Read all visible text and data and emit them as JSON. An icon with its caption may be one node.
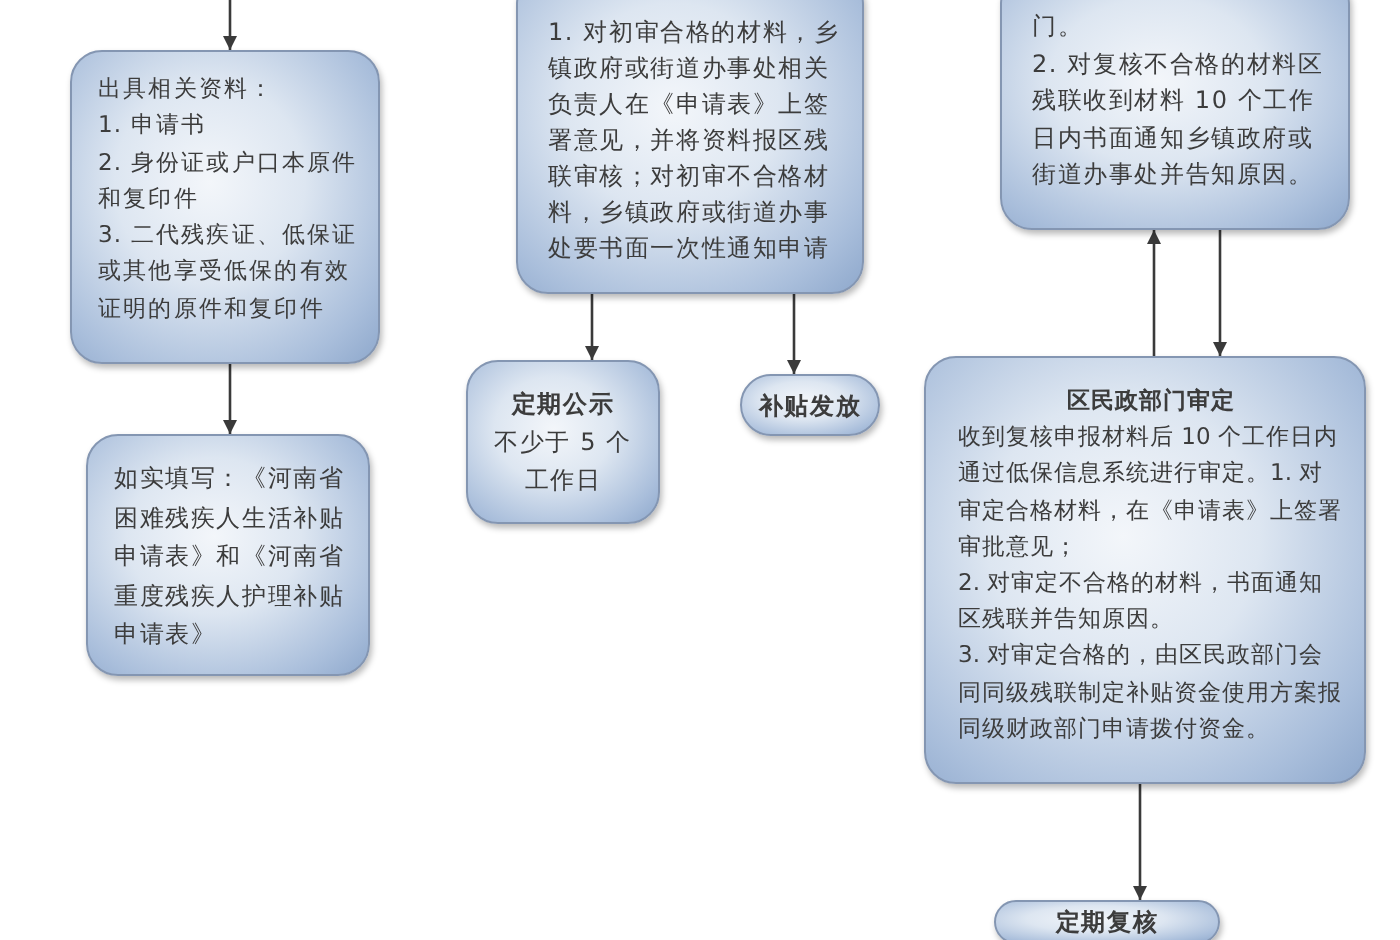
{
  "diagram": {
    "nodes": [
      {
        "text": [
          "出具相关资料：",
          "1. 申请书",
          "2. 身份证或户口本原件和复印件",
          "3. 二代残疾证、低保证或其他享受低保的有效证明的原件和复印件"
        ]
      },
      {
        "text": [
          "如实填写：《河南省困难残疾人生活补贴申请表》和《河南省重度残疾人护理补贴申请表》"
        ]
      },
      {
        "text": [
          "1. 对初审合格的材料，乡镇政府或街道办事处相关负责人在《申请表》上签署意见，并将资料报区残联审核；对初审不合格材料，乡镇政府或街道办事处要书面一次性通知申请"
        ]
      },
      {
        "text": [
          "定期公示",
          "不少于 5 个工作日"
        ]
      },
      {
        "text": [
          "补贴发放"
        ]
      },
      {
        "text": [
          "门。",
          "2. 对复核不合格的材料区残联收到材料 10 个工作日内书面通知乡镇政府或街道办事处并告知原因。"
        ]
      },
      {
        "text": [
          "区民政部门审定",
          "收到复核申报材料后 10 个工作日内通过低保信息系统进行审定。1. 对审定合格材料，在《申请表》上签署审批意见；",
          "2. 对审定不合格的材料，书面通知区残联并告知原因。",
          "3. 对审定合格的，由区民政部门会同同级残联制定补贴资金使用方案报同级财政部门申请拨付资金。"
        ]
      },
      {
        "text": [
          "定期复核"
        ]
      }
    ],
    "edges": [
      {
        "from": null,
        "to": 0,
        "arrow": "to"
      },
      {
        "from": 0,
        "to": 1,
        "arrow": "to"
      },
      {
        "from": 2,
        "to": 3,
        "arrow": "to"
      },
      {
        "from": 2,
        "to": 4,
        "arrow": "to"
      },
      {
        "from": 6,
        "to": 5,
        "arrow": "to"
      },
      {
        "from": 5,
        "to": 6,
        "arrow": "to"
      },
      {
        "from": 6,
        "to": 7,
        "arrow": "to"
      }
    ]
  }
}
